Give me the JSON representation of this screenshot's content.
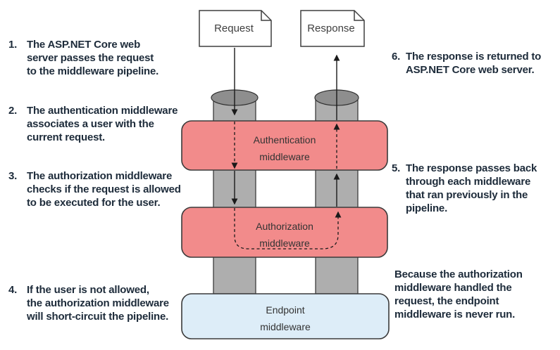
{
  "diagram": {
    "request_label": "Request",
    "response_label": "Response",
    "boxes": {
      "authentication": {
        "line1": "Authentication",
        "line2": "middleware"
      },
      "authorization": {
        "line1": "Authorization",
        "line2": "middleware"
      },
      "endpoint": {
        "line1": "Endpoint",
        "line2": "middleware"
      }
    },
    "colors": {
      "middleware_fill": "#f28b8b",
      "endpoint_fill": "#ddedf8",
      "pipe_body": "#aeaeae",
      "pipe_top": "#8e8e8e",
      "annotation_text": "#1d2b3a"
    }
  },
  "annotations_left": [
    {
      "number": "1.",
      "lines": "The ASP.NET Core web\nserver passes the request\nto the middleware pipeline."
    },
    {
      "number": "2.",
      "lines": "The authentication middleware\nassociates a user with the\ncurrent request."
    },
    {
      "number": "3.",
      "lines": "The authorization middleware\nchecks if the request is allowed\nto be executed for the user."
    },
    {
      "number": "4.",
      "lines": "If the user is not allowed,\nthe authorization middleware\nwill short-circuit the pipeline."
    }
  ],
  "annotations_right": [
    {
      "number": "6.",
      "lines": "The response is returned to\nASP.NET Core web server."
    },
    {
      "number": "5.",
      "lines": "The response passes back\nthrough each middleware\nthat ran previously in the\npipeline."
    },
    {
      "number": "",
      "lines": "Because the authorization\nmiddleware handled the\nrequest, the endpoint\nmiddleware is never run."
    }
  ]
}
